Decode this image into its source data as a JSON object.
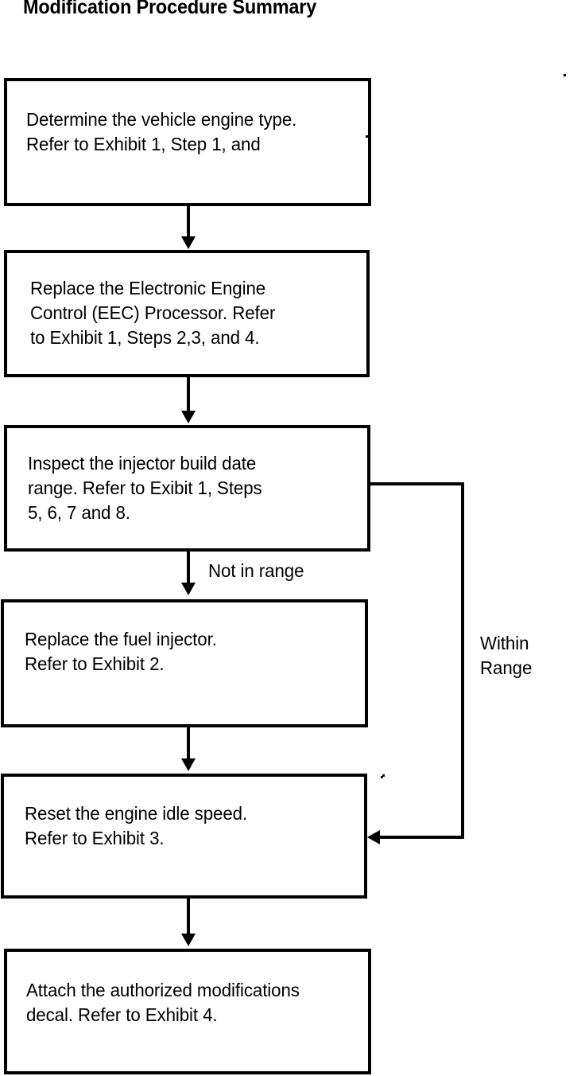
{
  "document": {
    "title": "Modification Procedure Summary"
  },
  "flowchart": {
    "type": "flowchart",
    "orientation": "top-to-bottom",
    "nodes": [
      {
        "id": "box-1",
        "step": 1,
        "text": "Determine the vehicle engine type.\nRefer to Exhibit 1, Step 1, and"
      },
      {
        "id": "box-2",
        "step": 2,
        "text": "Replace the Electronic Engine\nControl (EEC) Processor.  Refer\nto Exhibit 1, Steps 2,3, and 4."
      },
      {
        "id": "box-3",
        "step": 3,
        "text": "Inspect the injector build date\nrange.  Refer to Exibit 1,  Steps\n5, 6, 7 and 8."
      },
      {
        "id": "box-4",
        "step": 4,
        "text": "Replace the fuel injector.\nRefer to Exhibit 2."
      },
      {
        "id": "box-5",
        "step": 5,
        "text": "Reset the engine idle speed.\nRefer to Exhibit 3."
      },
      {
        "id": "box-6",
        "step": 6,
        "text": "Attach the authorized modifications\ndecal.  Refer to Exhibit 4."
      }
    ],
    "edges": [
      {
        "from": "box-1",
        "to": "box-2",
        "label": ""
      },
      {
        "from": "box-2",
        "to": "box-3",
        "label": ""
      },
      {
        "from": "box-3",
        "to": "box-4",
        "label": "Not in range"
      },
      {
        "from": "box-4",
        "to": "box-5",
        "label": ""
      },
      {
        "from": "box-5",
        "to": "box-6",
        "label": ""
      },
      {
        "from": "box-3",
        "to": "box-5",
        "label": "Within\nRange"
      }
    ],
    "labels": {
      "not_in_range": "Not in range",
      "within_range": "Within\nRange"
    }
  },
  "colors": {
    "ink": "#000000",
    "paper": "#ffffff"
  }
}
